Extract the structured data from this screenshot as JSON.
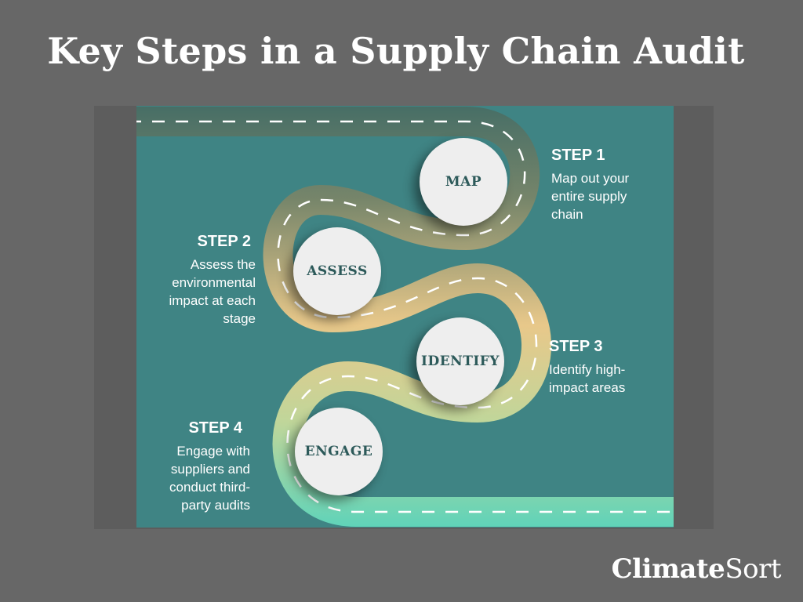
{
  "title": "Key Steps in a Supply Chain Audit",
  "brand": {
    "part1": "Climate",
    "part2": "Sort"
  },
  "colors": {
    "background": "#676767",
    "panel": "#3f8484",
    "road_top": "#4f7a6a",
    "road_mid": "#e8c88a",
    "road_bottom": "#5fd3b9",
    "circle": "#eeeeee",
    "circle_text": "#2d5a5a"
  },
  "steps": [
    {
      "number": "STEP 1",
      "label": "MAP",
      "description": [
        "Map out your",
        "entire supply",
        "chain"
      ]
    },
    {
      "number": "STEP 2",
      "label": "ASSESS",
      "description": [
        "Assess the",
        "environmental",
        "impact at each",
        "stage"
      ]
    },
    {
      "number": "STEP 3",
      "label": "IDENTIFY",
      "description": [
        "Identify high-",
        "impact areas"
      ]
    },
    {
      "number": "STEP 4",
      "label": "ENGAGE",
      "description": [
        "Engage with",
        "suppliers and",
        "conduct third-",
        "party audits"
      ]
    }
  ]
}
